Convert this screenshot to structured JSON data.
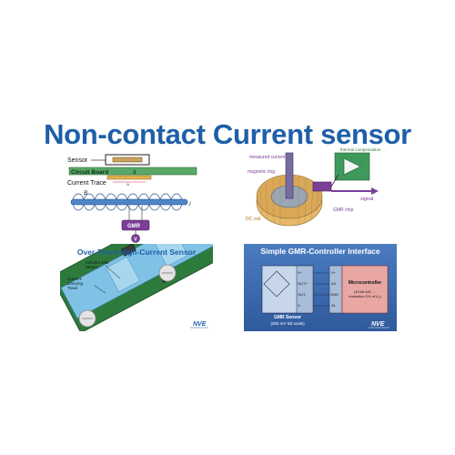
{
  "title": "Non-contact Current sensor",
  "panel1": {
    "sensor_label": "Sensor",
    "circuit_board_label": "Circuit Board",
    "current_trace_label": "Current Trace",
    "d_label": "d",
    "w_label": "w",
    "b_label": "B",
    "i_label": "I",
    "gmr_label": "GMR",
    "v_label": "V"
  },
  "panel2": {
    "measured_current": "measured current",
    "thermal_compensation": "thermal compensation",
    "magnetic_ring": "magnetic ring",
    "dc_coil": "DC coil",
    "gmr_chip": "GMR chip",
    "signal": "signal"
  },
  "panel3": {
    "heading": "Over-Trace High-Current Sensor",
    "sensor_label": "AAL024-10E\nSensor",
    "trace_label": "Current-\nCarrying\nTrace",
    "logo": "NVE"
  },
  "panel4": {
    "heading": "Simple GMR-Controller Interface",
    "gmr_sensor": "GMR Sensor",
    "gmr_sensor_sub": "(250 mV full scale)",
    "microcontroller": "Microcontroller",
    "mcu_sub": "(10-bit A/D →\nresolution 2% of I₀₀)",
    "pins_left": [
      "V+",
      "OUT+",
      "OUT-",
      "V-"
    ],
    "pins_right": [
      "V+",
      "A0",
      "GND",
      "A1"
    ],
    "logo": "NVE"
  },
  "colors": {
    "title": "#1f5fa8",
    "board_green": "#5aa867",
    "trace_blue": "#4d86c4",
    "gmr_purple": "#7b3f98",
    "panel4_bg": "#3a6ab0",
    "mcu_pink": "#e9a7a4"
  }
}
